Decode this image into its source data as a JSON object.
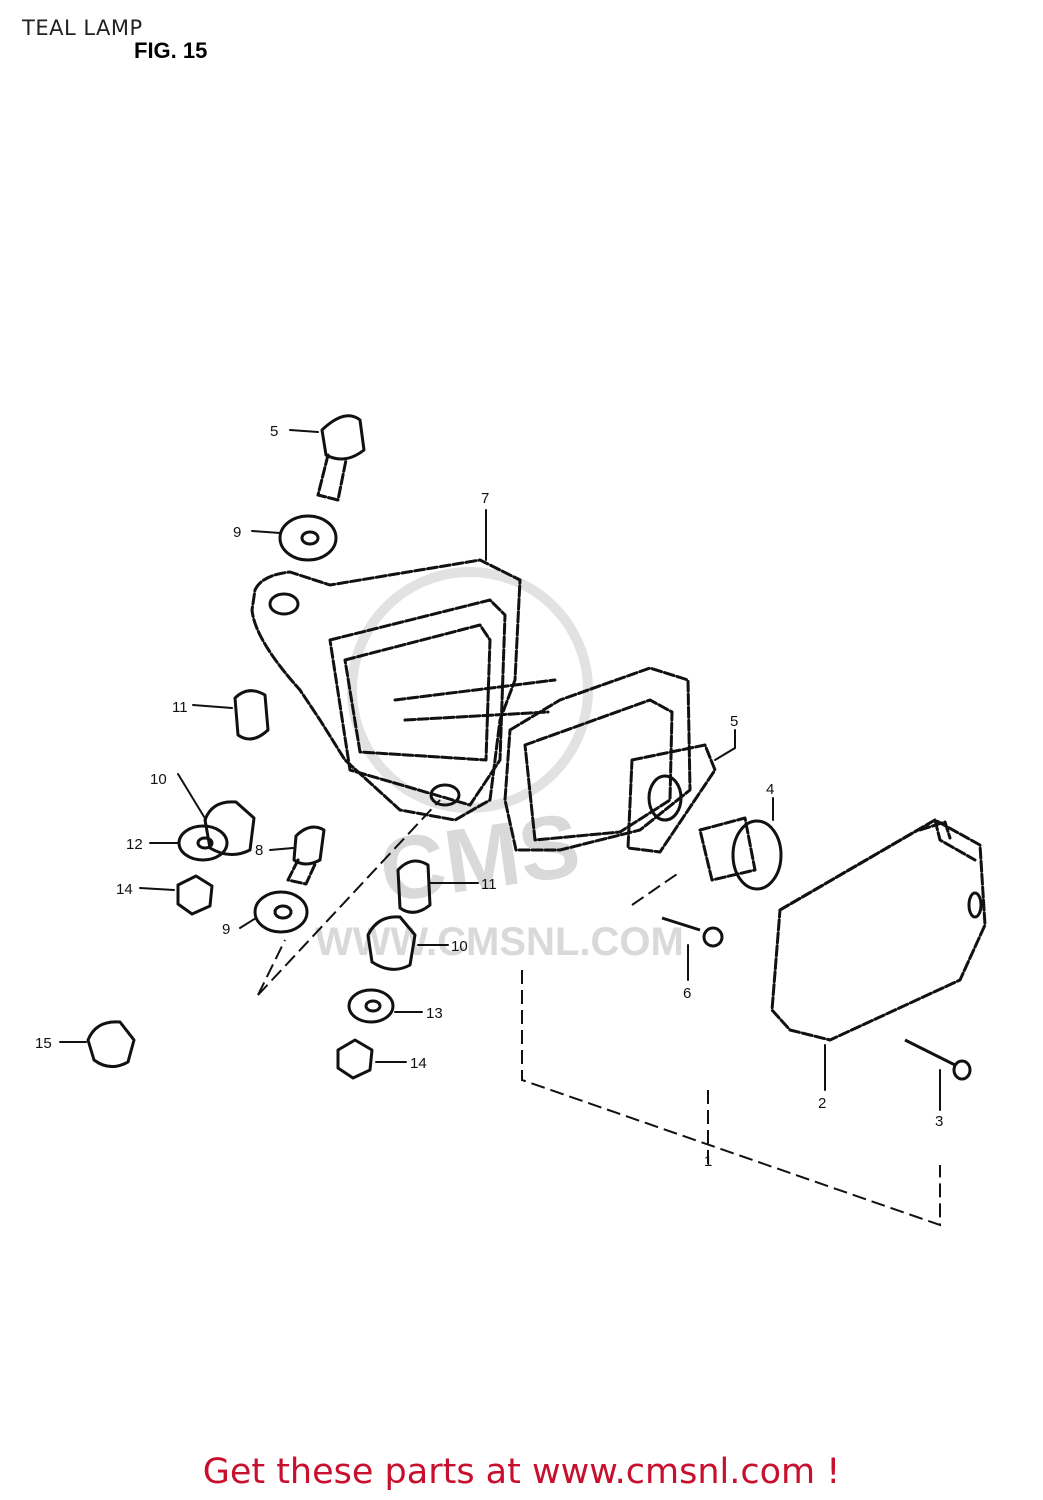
{
  "header": {
    "title": "TEAL LAMP",
    "figure": "FIG. 15"
  },
  "watermark": {
    "text": "WWW.CMSNL.COM",
    "logo": "CMS"
  },
  "callouts": {
    "c1": "1",
    "c2": "2",
    "c3": "3",
    "c4": "4",
    "c5a": "5",
    "c5b": "5",
    "c6": "6",
    "c7": "7",
    "c8": "8",
    "c9a": "9",
    "c9b": "9",
    "c10a": "10",
    "c10b": "10",
    "c11a": "11",
    "c11b": "11",
    "c12": "12",
    "c13": "13",
    "c14a": "14",
    "c14b": "14",
    "c15": "15"
  },
  "footer": {
    "text": "Get these parts at www.cmsnl.com !"
  },
  "colors": {
    "footer": "#c8102e",
    "ink": "#111111",
    "watermark": "#d9d9d9"
  }
}
